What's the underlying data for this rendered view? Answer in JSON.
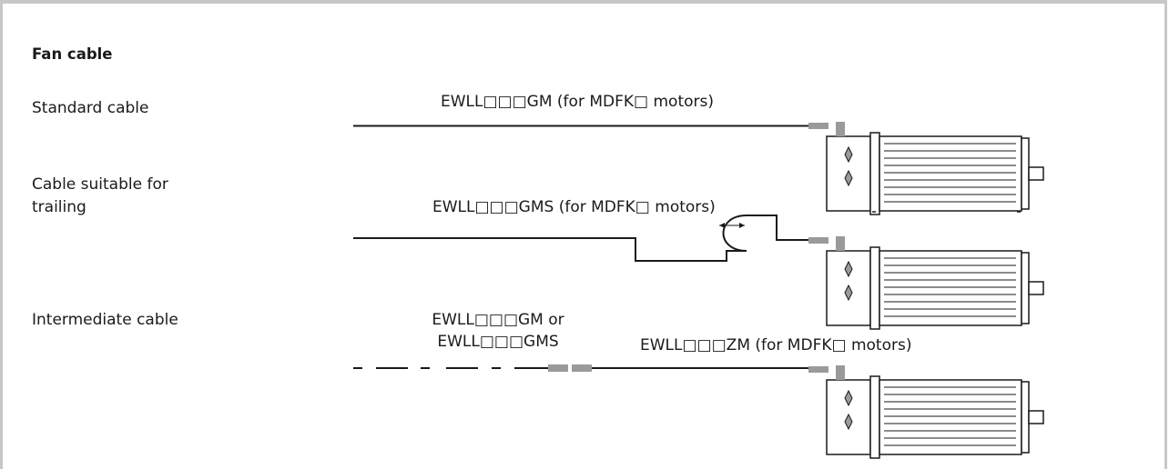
{
  "section_title": "Fan cable",
  "rows": [
    {
      "label": "Standard cable",
      "cable_label": "EWLL□□□GM (for MDFK□ motors)"
    },
    {
      "label_lines": [
        "Cable suitable for",
        "trailing"
      ],
      "cable_label": "EWLL□□□GMS (for MDFK□ motors)"
    },
    {
      "label": "Intermediate cable",
      "input_cable_lines": [
        "EWLL□□□GM or",
        "EWLL□□□GMS"
      ],
      "cable_label": "EWLL□□□ZM (for MDFK□ motors)"
    }
  ],
  "colors": {
    "frame": "#c7c7c7",
    "line": "#1a1a1a",
    "connector": "#9a9a9a"
  }
}
